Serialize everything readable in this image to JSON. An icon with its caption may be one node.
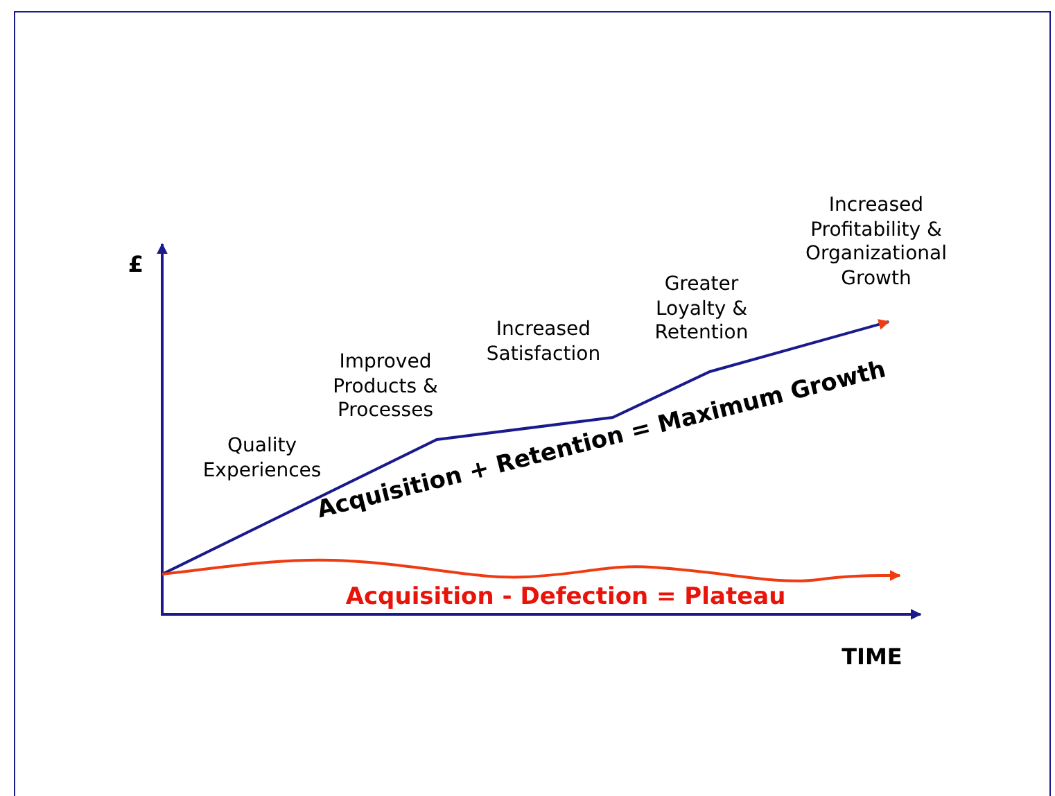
{
  "diagram": {
    "labels": [
      "£",
      "Quality Experiences",
      "Improved Products & Processes",
      "Increased Satisfaction",
      "Greater Loyalty & Retention",
      "Increased Profitability & Organizational Growth",
      "Acquisition + Retention = Maximum Growth",
      "Acquisition - Defection = Plateau",
      "TIME"
    ]
  }
}
